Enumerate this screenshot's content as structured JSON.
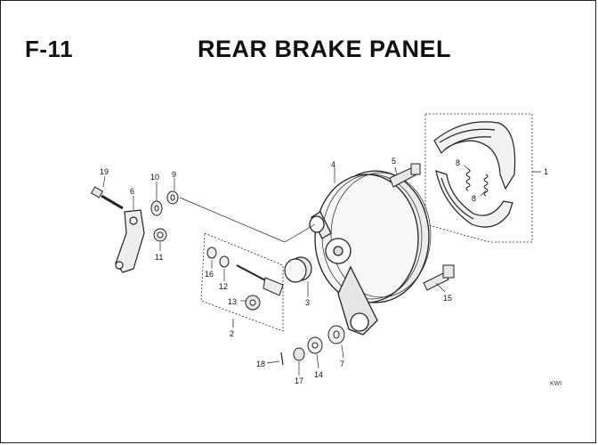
{
  "header": {
    "code": "F-11",
    "title": "REAR BRAKE PANEL"
  },
  "corner_mark": "KWI",
  "parts": [
    {
      "n": "1"
    },
    {
      "n": "2"
    },
    {
      "n": "3"
    },
    {
      "n": "4"
    },
    {
      "n": "5"
    },
    {
      "n": "6"
    },
    {
      "n": "7"
    },
    {
      "n": "8"
    },
    {
      "n": "8"
    },
    {
      "n": "9"
    },
    {
      "n": "10"
    },
    {
      "n": "11"
    },
    {
      "n": "12"
    },
    {
      "n": "13"
    },
    {
      "n": "14"
    },
    {
      "n": "15"
    },
    {
      "n": "16"
    },
    {
      "n": "17"
    },
    {
      "n": "18"
    },
    {
      "n": "19"
    }
  ]
}
